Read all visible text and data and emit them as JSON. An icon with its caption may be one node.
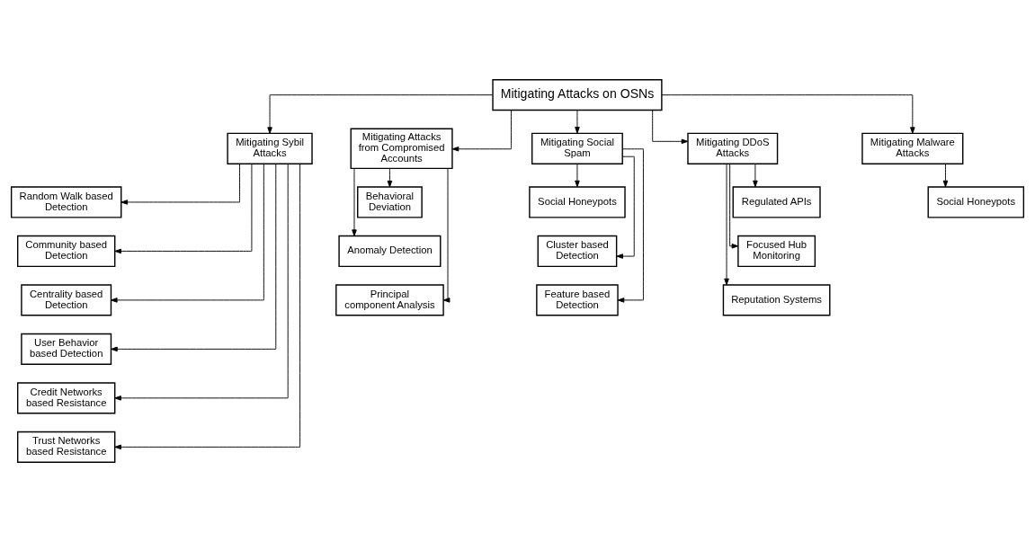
{
  "diagram": {
    "nodes": [
      {
        "text": [
          "Mitigating Attacks on OSNs"
        ]
      },
      {
        "text": [
          "Mitigating Sybil Attacks"
        ]
      },
      {
        "text": [
          "Mitigating Attacks from Compromised Accounts"
        ]
      },
      {
        "text": [
          "Mitigating Social Spam"
        ]
      },
      {
        "text": [
          "Mitigating DDoS Attacks"
        ]
      },
      {
        "text": [
          "Mitigating Malware Attacks"
        ]
      },
      {
        "text": [
          "Random Walk based Detection"
        ]
      },
      {
        "text": [
          "Community based Detection"
        ]
      },
      {
        "text": [
          "Centrality based Detection"
        ]
      },
      {
        "text": [
          "User Behavior based Detection"
        ]
      },
      {
        "text": [
          "Credit Networks based Resistance"
        ]
      },
      {
        "text": [
          "Trust Networks based Resistance"
        ]
      },
      {
        "text": [
          "Behavioral Deviation"
        ]
      },
      {
        "text": [
          "Anomaly Detection"
        ]
      },
      {
        "text": [
          "Principal component Analysis"
        ]
      },
      {
        "text": [
          "Social Honeypots"
        ]
      },
      {
        "text": [
          "Cluster based Detection"
        ]
      },
      {
        "text": [
          "Feature based Detection"
        ]
      },
      {
        "text": [
          "Regulated APIs"
        ]
      },
      {
        "text": [
          "Focused Hub Monitoring"
        ]
      },
      {
        "text": [
          "Reputation Systems"
        ]
      },
      {
        "text": [
          "Social Honeypots"
        ]
      }
    ],
    "edges": [
      {
        "from": 0,
        "to": 1,
        "arrow": "to"
      },
      {
        "from": 0,
        "to": 2,
        "arrow": "to"
      },
      {
        "from": 0,
        "to": 3,
        "arrow": "to"
      },
      {
        "from": 0,
        "to": 4,
        "arrow": "to"
      },
      {
        "from": 0,
        "to": 5,
        "arrow": "to"
      },
      {
        "from": 1,
        "to": 6,
        "arrow": "to"
      },
      {
        "from": 1,
        "to": 7,
        "arrow": "to"
      },
      {
        "from": 1,
        "to": 8,
        "arrow": "to"
      },
      {
        "from": 1,
        "to": 9,
        "arrow": "to"
      },
      {
        "from": 1,
        "to": 10,
        "arrow": "to"
      },
      {
        "from": 1,
        "to": 11,
        "arrow": "to"
      },
      {
        "from": 2,
        "to": 12,
        "arrow": "to"
      },
      {
        "from": 2,
        "to": 13,
        "arrow": "to"
      },
      {
        "from": 2,
        "to": 14,
        "arrow": "to"
      },
      {
        "from": 3,
        "to": 15,
        "arrow": "to"
      },
      {
        "from": 3,
        "to": 16,
        "arrow": "to"
      },
      {
        "from": 3,
        "to": 17,
        "arrow": "to"
      },
      {
        "from": 4,
        "to": 18,
        "arrow": "to"
      },
      {
        "from": 4,
        "to": 19,
        "arrow": "to"
      },
      {
        "from": 4,
        "to": 20,
        "arrow": "to"
      },
      {
        "from": 5,
        "to": 21,
        "arrow": "to"
      }
    ]
  }
}
